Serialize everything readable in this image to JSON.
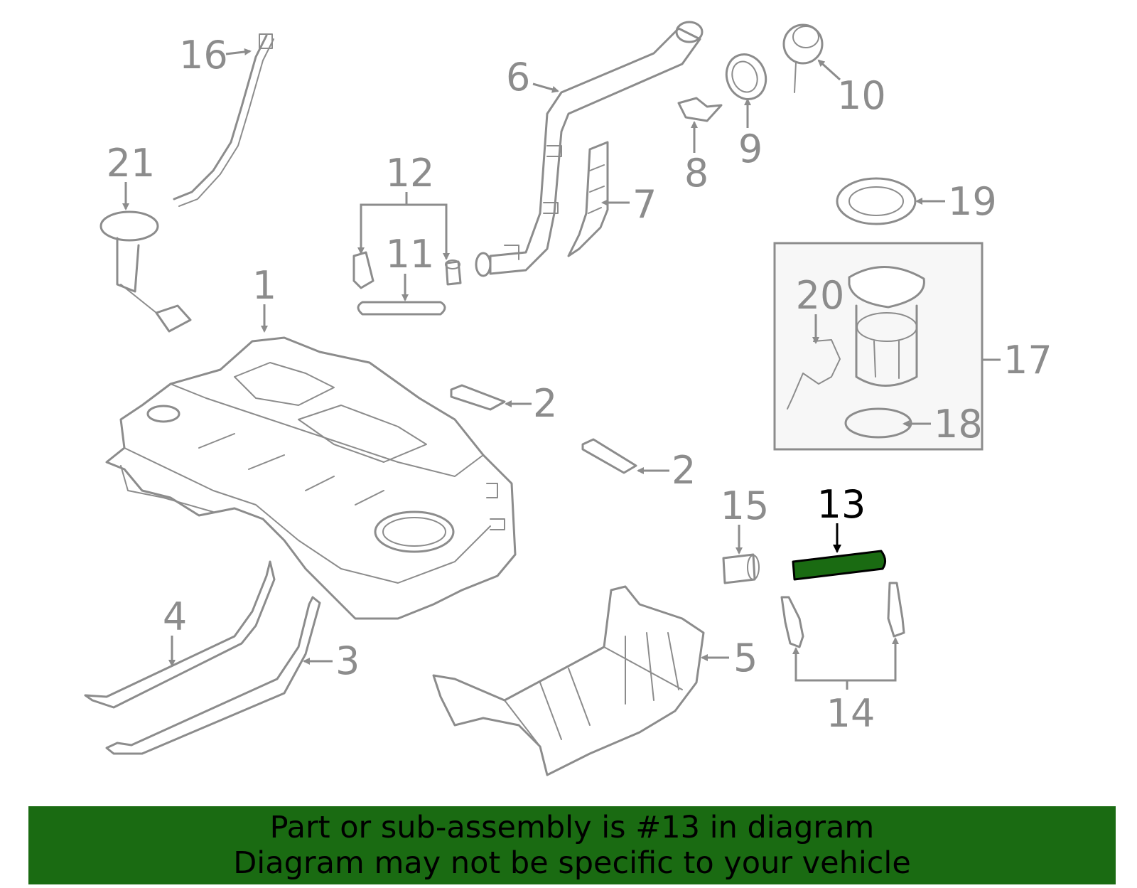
{
  "callouts": {
    "c1": "1",
    "c2a": "2",
    "c2b": "2",
    "c3": "3",
    "c4": "4",
    "c5": "5",
    "c6": "6",
    "c7": "7",
    "c8": "8",
    "c9": "9",
    "c10": "10",
    "c11": "11",
    "c12": "12",
    "c13": "13",
    "c14": "14",
    "c15": "15",
    "c16": "16",
    "c17": "17",
    "c18": "18",
    "c19": "19",
    "c20": "20",
    "c21": "21"
  },
  "highlighted_part": "13",
  "colors": {
    "highlight": "#1a6b12",
    "line": "#8c8c8c",
    "banner": "#1a6b12"
  },
  "banner": {
    "line1": "Part or sub-assembly is #13 in diagram",
    "line2": "Diagram may not be specific to your vehicle"
  }
}
